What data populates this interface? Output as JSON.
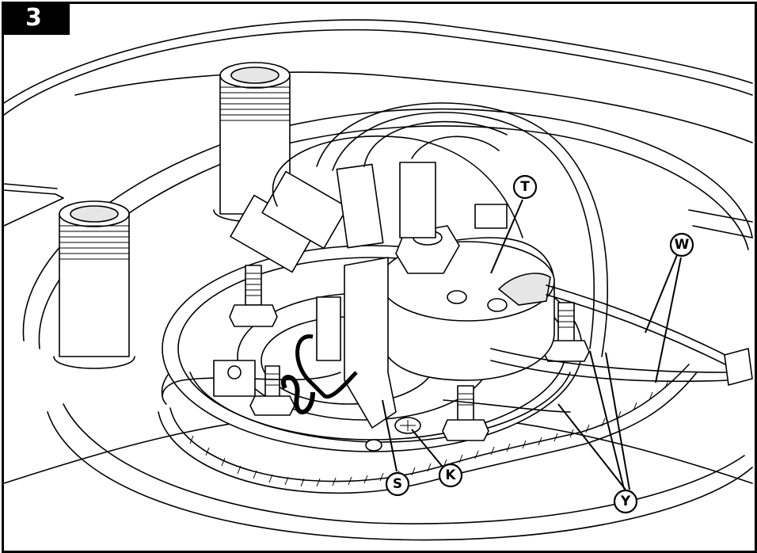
{
  "step_number": "3",
  "callouts": {
    "T": "T",
    "W": "W",
    "Y": "Y",
    "S": "S",
    "K": "K"
  }
}
